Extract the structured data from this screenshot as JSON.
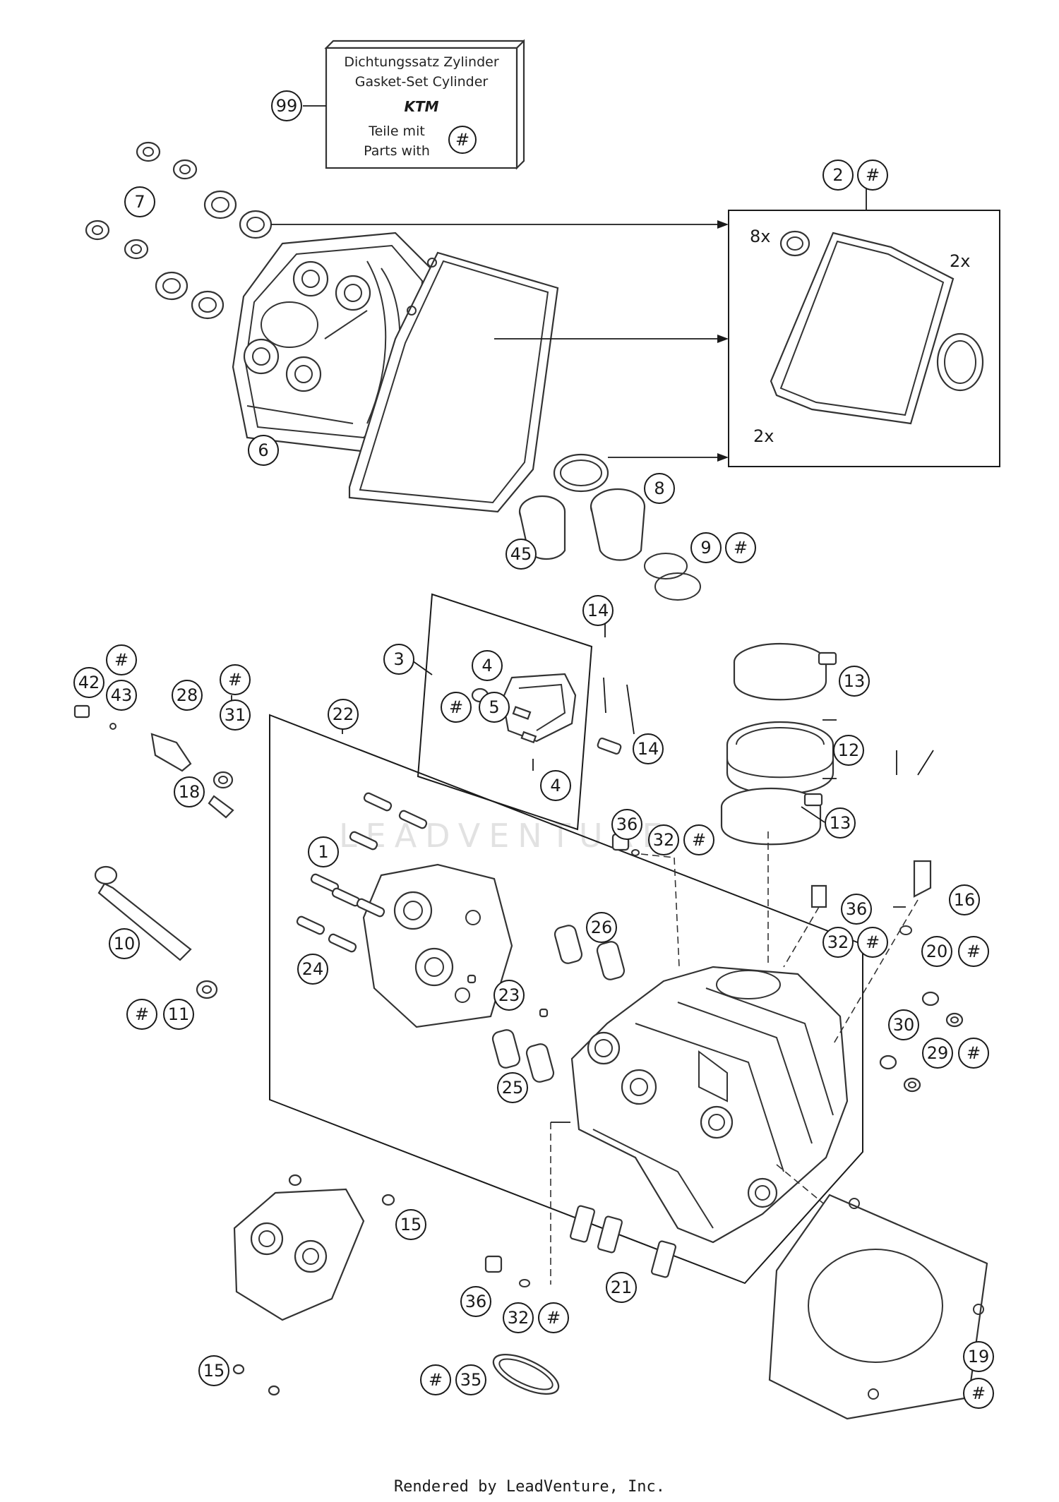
{
  "kit_box": {
    "line1": "Dichtungssatz Zylinder",
    "line2": "Gasket-Set Cylinder",
    "logo": "KTM",
    "line3": "Teile mit",
    "line4": "Parts with",
    "symbol": "#"
  },
  "callouts": [
    {
      "id": "c99",
      "label": "99"
    },
    {
      "id": "c7",
      "label": "7"
    },
    {
      "id": "c6",
      "label": "6"
    },
    {
      "id": "c2",
      "label": "2"
    },
    {
      "id": "c2h",
      "label": "#"
    },
    {
      "id": "c8",
      "label": "8"
    },
    {
      "id": "c45",
      "label": "45"
    },
    {
      "id": "c9",
      "label": "9"
    },
    {
      "id": "c9h",
      "label": "#"
    },
    {
      "id": "c3",
      "label": "3"
    },
    {
      "id": "c14a",
      "label": "14"
    },
    {
      "id": "c4a",
      "label": "4"
    },
    {
      "id": "c5h",
      "label": "#"
    },
    {
      "id": "c5",
      "label": "5"
    },
    {
      "id": "c4b",
      "label": "4"
    },
    {
      "id": "c14b",
      "label": "14"
    },
    {
      "id": "c13a",
      "label": "13"
    },
    {
      "id": "c12",
      "label": "12"
    },
    {
      "id": "c13b",
      "label": "13"
    },
    {
      "id": "c43h",
      "label": "#"
    },
    {
      "id": "c42",
      "label": "42"
    },
    {
      "id": "c43",
      "label": "43"
    },
    {
      "id": "c28",
      "label": "28"
    },
    {
      "id": "c31h",
      "label": "#"
    },
    {
      "id": "c31",
      "label": "31"
    },
    {
      "id": "c22",
      "label": "22"
    },
    {
      "id": "c18",
      "label": "18"
    },
    {
      "id": "c36a",
      "label": "36"
    },
    {
      "id": "c32a",
      "label": "32"
    },
    {
      "id": "c32ah",
      "label": "#"
    },
    {
      "id": "c1",
      "label": "1"
    },
    {
      "id": "c16",
      "label": "16"
    },
    {
      "id": "c36b",
      "label": "36"
    },
    {
      "id": "c32b",
      "label": "32"
    },
    {
      "id": "c32bh",
      "label": "#"
    },
    {
      "id": "c20",
      "label": "20"
    },
    {
      "id": "c20h",
      "label": "#"
    },
    {
      "id": "c10",
      "label": "10"
    },
    {
      "id": "c26",
      "label": "26"
    },
    {
      "id": "c24",
      "label": "24"
    },
    {
      "id": "c23",
      "label": "23"
    },
    {
      "id": "c11h",
      "label": "#"
    },
    {
      "id": "c11",
      "label": "11"
    },
    {
      "id": "c30",
      "label": "30"
    },
    {
      "id": "c29",
      "label": "29"
    },
    {
      "id": "c29h",
      "label": "#"
    },
    {
      "id": "c25",
      "label": "25"
    },
    {
      "id": "c15a",
      "label": "15"
    },
    {
      "id": "c21",
      "label": "21"
    },
    {
      "id": "c36c",
      "label": "36"
    },
    {
      "id": "c32c",
      "label": "32"
    },
    {
      "id": "c32ch",
      "label": "#"
    },
    {
      "id": "c19",
      "label": "19"
    },
    {
      "id": "c19h",
      "label": "#"
    },
    {
      "id": "c15b",
      "label": "15"
    },
    {
      "id": "c35h",
      "label": "#"
    },
    {
      "id": "c35",
      "label": "35"
    }
  ],
  "quantities": {
    "q8x": "8x",
    "q2x_ring": "2x",
    "q2x_gasket": "2x"
  },
  "watermark": "LEADVENTURE",
  "footer": "Rendered by LeadVenture, Inc."
}
